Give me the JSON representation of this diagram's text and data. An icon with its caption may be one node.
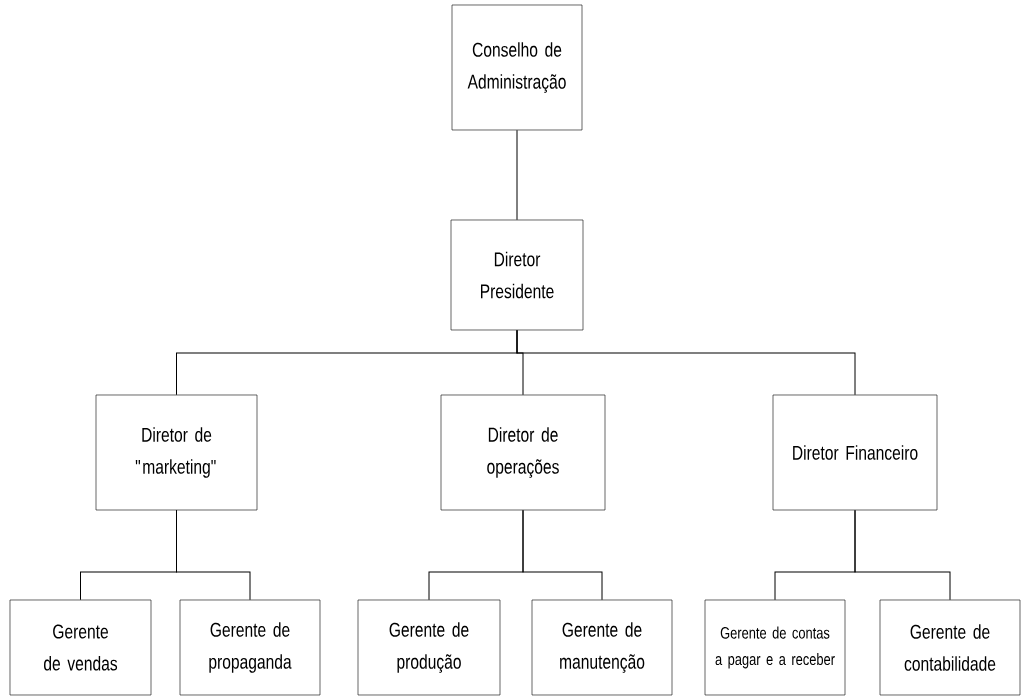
{
  "diagram": {
    "nodes": [
      {
        "text": [
          "Conselho de Administração"
        ]
      },
      {
        "text": [
          "Diretor Presidente"
        ]
      },
      {
        "text": [
          "Diretor de \"marketing\""
        ]
      },
      {
        "text": [
          "Diretor de operações"
        ]
      },
      {
        "text": [
          "Diretor Financeiro"
        ]
      },
      {
        "text": [
          "Gerente de vendas"
        ]
      },
      {
        "text": [
          "Gerente de propaganda"
        ]
      },
      {
        "text": [
          "Gerente de produção"
        ]
      },
      {
        "text": [
          "Gerente de manutenção"
        ]
      },
      {
        "text": [
          "Gerente de contas a pagar e a receber"
        ]
      },
      {
        "text": [
          "Gerente de contabilidade"
        ]
      }
    ],
    "edges": [
      {
        "from": 0,
        "to": 1,
        "arrow": "none"
      },
      {
        "from": 1,
        "to": 2,
        "arrow": "none"
      },
      {
        "from": 1,
        "to": 3,
        "arrow": "none"
      },
      {
        "from": 1,
        "to": 4,
        "arrow": "none"
      },
      {
        "from": 2,
        "to": 5,
        "arrow": "none"
      },
      {
        "from": 2,
        "to": 6,
        "arrow": "none"
      },
      {
        "from": 3,
        "to": 7,
        "arrow": "none"
      },
      {
        "from": 3,
        "to": 8,
        "arrow": "none"
      },
      {
        "from": 4,
        "to": 9,
        "arrow": "none"
      },
      {
        "from": 4,
        "to": 10,
        "arrow": "none"
      }
    ]
  }
}
